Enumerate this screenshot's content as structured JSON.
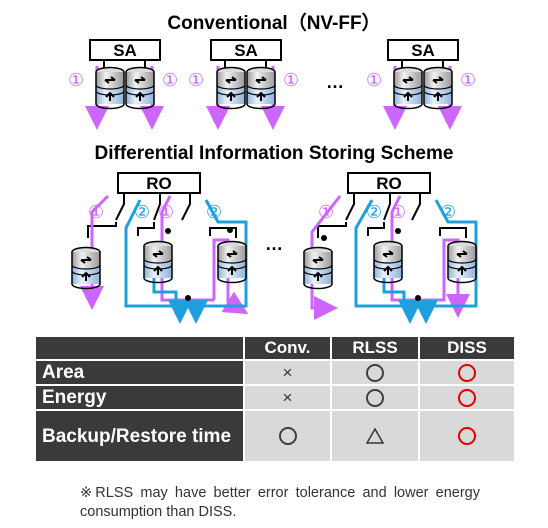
{
  "titles": {
    "conventional": "Conventional（NV-FF）",
    "diss": "Differential Information Storing Scheme"
  },
  "blocks": {
    "sense_amp": "SA",
    "readout": "RO",
    "ellipsis": "…",
    "step1": "①",
    "step2": "②"
  },
  "colors": {
    "step1_purple": "#cc66ff",
    "step2_blue": "#1fa0dd",
    "good_red": "#e00000",
    "header_dark": "#3a3a3a",
    "cell_gray": "#d9d9d9"
  },
  "table": {
    "headers": [
      "",
      "Conv.",
      "RLSS",
      "DISS"
    ],
    "rows": [
      {
        "label": "Area",
        "values": [
          "cross",
          "circle",
          "circle-red"
        ]
      },
      {
        "label": "Energy",
        "values": [
          "cross",
          "circle",
          "circle-red"
        ]
      },
      {
        "label": "Backup/Restore time",
        "values": [
          "circle",
          "triangle",
          "circle-red"
        ]
      }
    ],
    "cross_glyph": "×"
  },
  "footnote": "※RLSS may have better error tolerance and lower energy consumption than DISS."
}
